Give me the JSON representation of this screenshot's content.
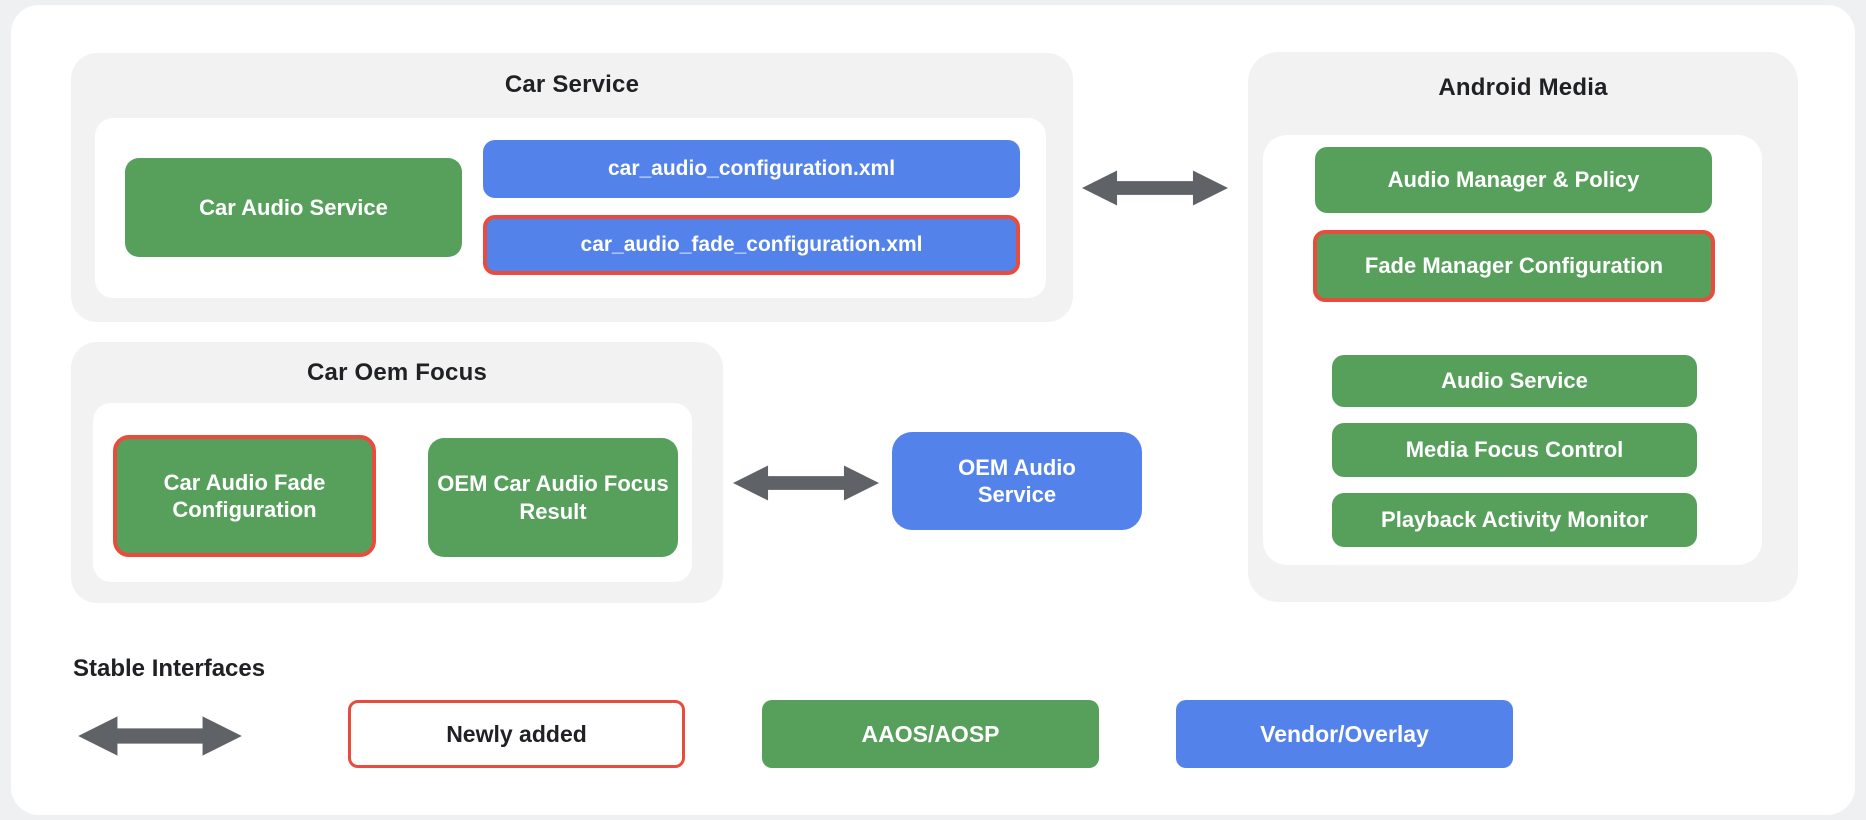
{
  "diagram": {
    "groups": {
      "car_service": {
        "title": "Car Service",
        "nodes": {
          "car_audio_service": "Car Audio Service",
          "config_xml": "car_audio_configuration.xml",
          "fade_config_xml": "car_audio_fade_configuration.xml"
        }
      },
      "android_media": {
        "title": "Android Media",
        "nodes": {
          "audio_manager_policy": "Audio Manager & Policy",
          "fade_manager_configuration": "Fade Manager Configuration",
          "audio_service": "Audio Service",
          "media_focus_control": "Media Focus Control",
          "playback_activity_monitor": "Playback Activity Monitor"
        }
      },
      "car_oem_focus": {
        "title": "Car Oem Focus",
        "nodes": {
          "car_audio_fade_configuration": "Car Audio Fade Configuration",
          "oem_car_audio_focus_result": "OEM Car Audio Focus Result"
        }
      }
    },
    "standalone": {
      "oem_audio_service": "OEM Audio Service"
    },
    "legend": {
      "stable_interfaces": "Stable Interfaces",
      "newly_added": "Newly added",
      "aaos_aosp": "AAOS/AOSP",
      "vendor_overlay": "Vendor/Overlay"
    },
    "colors": {
      "aosp_green": "#57a05c",
      "vendor_blue": "#5383ea",
      "newly_added_red": "#e84c3c",
      "arrow_gray": "#5f6368",
      "group_background": "#f2f2f3",
      "page_background": "#eff0f2",
      "card_background": "#ffffff",
      "title_text": "#202124"
    }
  }
}
